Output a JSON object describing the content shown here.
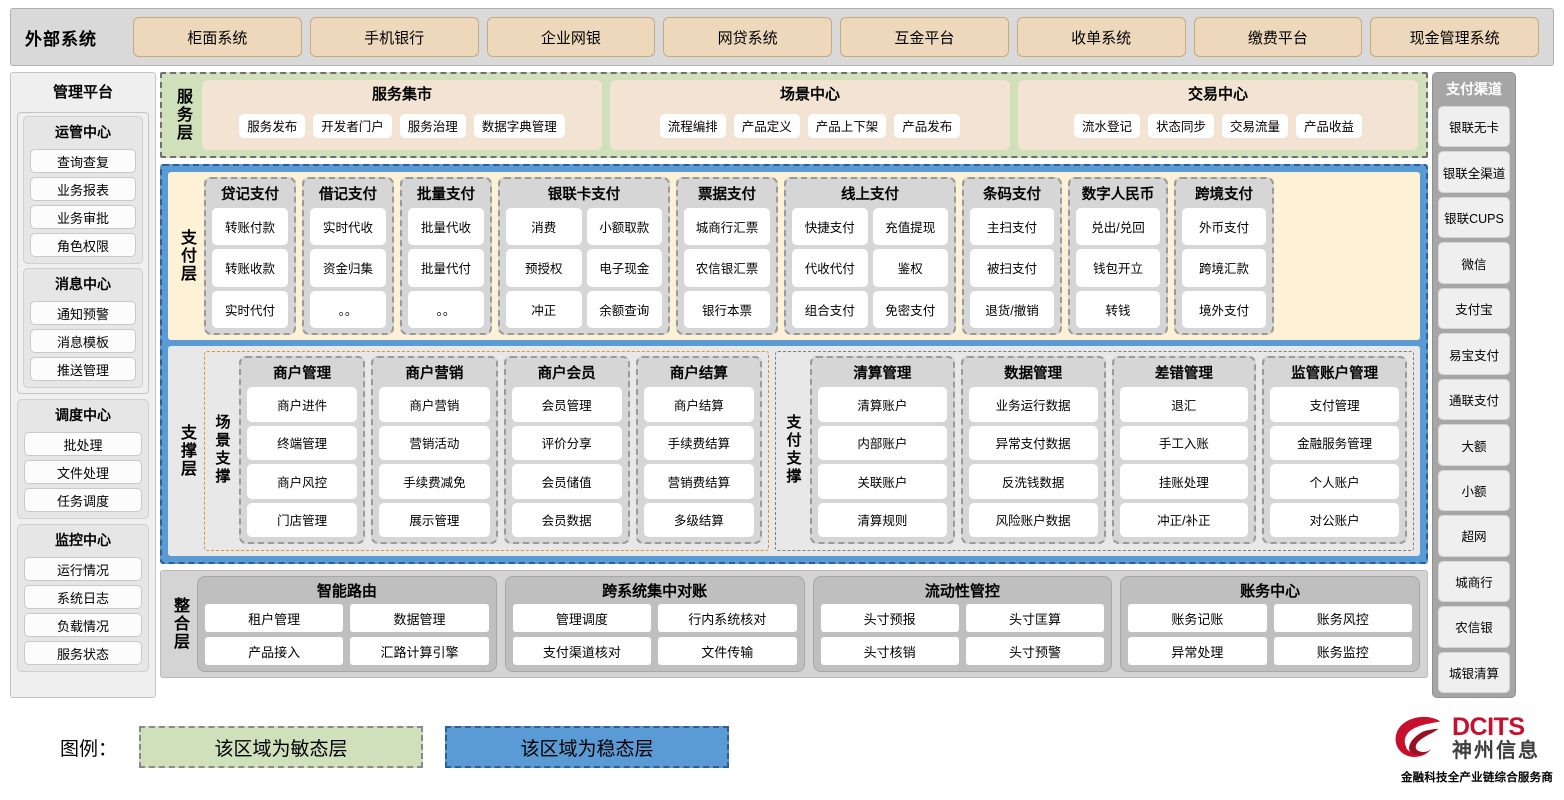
{
  "external": {
    "title": "外部系统",
    "systems": [
      "柜面系统",
      "手机银行",
      "企业网银",
      "网贷系统",
      "互金平台",
      "收单系统",
      "缴费平台",
      "现金管理系统"
    ]
  },
  "left_panel": {
    "title": "管理平台",
    "groups": [
      {
        "title": "运管中心",
        "items": [
          "查询查复",
          "业务报表",
          "业务审批",
          "角色权限"
        ]
      },
      {
        "title": "消息中心",
        "items": [
          "通知预警",
          "消息模板",
          "推送管理"
        ]
      },
      {
        "title": "调度中心",
        "items": [
          "批处理",
          "文件处理",
          "任务调度"
        ]
      },
      {
        "title": "监控中心",
        "items": [
          "运行情况",
          "系统日志",
          "负载情况",
          "服务状态"
        ]
      }
    ]
  },
  "right_panel": {
    "title": "支付渠道",
    "items": [
      "银联无卡",
      "银联全渠道",
      "银联CUPS",
      "微信",
      "支付宝",
      "易宝支付",
      "通联支付",
      "大额",
      "小额",
      "超网",
      "城商行",
      "农信银",
      "城银清算"
    ]
  },
  "service_layer": {
    "label": "服务层",
    "cards": [
      {
        "title": "服务集市",
        "chips": [
          "服务发布",
          "开发者门户",
          "服务治理",
          "数据字典管理"
        ]
      },
      {
        "title": "场景中心",
        "chips": [
          "流程编排",
          "产品定义",
          "产品上下架",
          "产品发布"
        ]
      },
      {
        "title": "交易中心",
        "chips": [
          "流水登记",
          "状态同步",
          "交易流量",
          "产品收益"
        ]
      }
    ]
  },
  "pay_layer": {
    "label": "支付层",
    "groups": [
      {
        "title": "贷记支付",
        "cols": 1,
        "width": 92,
        "items": [
          "转账付款",
          "转账收款",
          "实时代付"
        ]
      },
      {
        "title": "借记支付",
        "cols": 1,
        "width": 92,
        "items": [
          "实时代收",
          "资金归集",
          "。。"
        ]
      },
      {
        "title": "批量支付",
        "cols": 1,
        "width": 92,
        "items": [
          "批量代收",
          "批量代付",
          "。。"
        ]
      },
      {
        "title": "银联卡支付",
        "cols": 2,
        "width": 172,
        "items": [
          "消费",
          "小额取款",
          "预授权",
          "电子现金",
          "冲正",
          "余额查询"
        ]
      },
      {
        "title": "票据支付",
        "cols": 1,
        "width": 102,
        "items": [
          "城商行汇票",
          "农信银汇票",
          "银行本票"
        ]
      },
      {
        "title": "线上支付",
        "cols": 2,
        "width": 172,
        "items": [
          "快捷支付",
          "充值提现",
          "代收代付",
          "鉴权",
          "组合支付",
          "免密支付"
        ]
      },
      {
        "title": "条码支付",
        "cols": 1,
        "width": 100,
        "items": [
          "主扫支付",
          "被扫支付",
          "退货/撤销"
        ]
      },
      {
        "title": "数字人民币",
        "cols": 1,
        "width": 100,
        "items": [
          "兑出/兑回",
          "钱包开立",
          "转钱"
        ]
      },
      {
        "title": "跨境支付",
        "cols": 1,
        "width": 100,
        "items": [
          "外币支付",
          "跨境汇款",
          "境外支付"
        ]
      }
    ]
  },
  "support_layer": {
    "label": "支撑层",
    "scene": {
      "label": "场景支撑",
      "groups": [
        {
          "title": "商户管理",
          "items": [
            "商户进件",
            "终端管理",
            "商户风控",
            "门店管理"
          ]
        },
        {
          "title": "商户营销",
          "items": [
            "商户营销",
            "营销活动",
            "手续费减免",
            "展示管理"
          ]
        },
        {
          "title": "商户会员",
          "items": [
            "会员管理",
            "评价分享",
            "会员储值",
            "会员数据"
          ]
        },
        {
          "title": "商户结算",
          "items": [
            "商户结算",
            "手续费结算",
            "营销费结算",
            "多级结算"
          ]
        }
      ]
    },
    "payment": {
      "label": "支付支撑",
      "groups": [
        {
          "title": "清算管理",
          "items": [
            "清算账户",
            "内部账户",
            "关联账户",
            "清算规则"
          ]
        },
        {
          "title": "数据管理",
          "items": [
            "业务运行数据",
            "异常支付数据",
            "反洗钱数据",
            "风险账户数据"
          ]
        },
        {
          "title": "差错管理",
          "items": [
            "退汇",
            "手工入账",
            "挂账处理",
            "冲正/补正"
          ]
        },
        {
          "title": "监管账户管理",
          "items": [
            "支付管理",
            "金融服务管理",
            "个人账户",
            "对公账户"
          ]
        }
      ]
    }
  },
  "integration_layer": {
    "label": "整合层",
    "cards": [
      {
        "title": "智能路由",
        "items": [
          "租户管理",
          "数据管理",
          "产品接入",
          "汇路计算引擎"
        ]
      },
      {
        "title": "跨系统集中对账",
        "items": [
          "管理调度",
          "行内系统核对",
          "支付渠道核对",
          "文件传输"
        ]
      },
      {
        "title": "流动性管控",
        "items": [
          "头寸预报",
          "头寸匡算",
          "头寸核销",
          "头寸预警"
        ]
      },
      {
        "title": "账务中心",
        "items": [
          "账务记账",
          "账务风控",
          "异常处理",
          "账务监控"
        ]
      }
    ]
  },
  "legend": {
    "label": "图例：",
    "agile_text": "该区域为敏态层",
    "stable_text": "该区域为稳态层",
    "agile_color": "#cfe0bb",
    "stable_color": "#5b9bd5"
  },
  "logo": {
    "en": "DCITS",
    "cn": "神州信息",
    "tagline": "金融科技全产业链综合服务商",
    "brand_color": "#c8102e"
  }
}
